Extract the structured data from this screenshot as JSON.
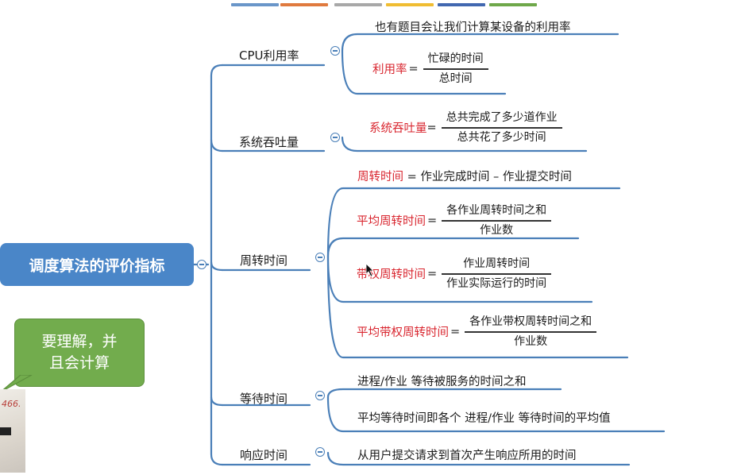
{
  "colors": {
    "root_bg": "#4a86c8",
    "connector": "#4a7fb8",
    "highlight_text": "#d9262f",
    "bubble_bg": "#72ac4d",
    "top_strip": [
      "#6a96c9",
      "#e07a3e",
      "#a8a8a8",
      "#f0bd32",
      "#4268b0",
      "#6fa84a"
    ]
  },
  "root": {
    "label": "调度算法的评价指标"
  },
  "branches": {
    "cpu": {
      "label": "CPU利用率",
      "note": "也有题目会让我们计算某设备的利用率",
      "formula": {
        "label": "利用率",
        "eq": "=",
        "numerator": "忙碌的时间",
        "denominator": "总时间"
      }
    },
    "throughput": {
      "label": "系统吞吐量",
      "formula": {
        "label": "系统吞吐量",
        "eq": "=",
        "numerator": "总共完成了多少道作业",
        "denominator": "总共花了多少时间"
      }
    },
    "turnaround": {
      "label": "周转时间",
      "definition": {
        "term": "周转时间",
        "rest": " = 作业完成时间 – 作业提交时间"
      },
      "avg": {
        "label": "平均周转时间",
        "eq": "=",
        "numerator": "各作业周转时间之和",
        "denominator": "作业数"
      },
      "weighted": {
        "label": "带权周转时间",
        "eq": "=",
        "numerator": "作业周转时间",
        "denominator": "作业实际运行的时间"
      },
      "avg_weighted": {
        "label": "平均带权周转时间",
        "eq": "=",
        "numerator": "各作业带权周转时间之和",
        "denominator": "作业数"
      }
    },
    "waiting": {
      "label": "等待时间",
      "items": [
        "进程/作业  等待被服务的时间之和",
        "平均等待时间即各个  进程/作业  等待时间的平均值"
      ]
    },
    "response": {
      "label": "响应时间",
      "items": [
        "从用户提交请求到首次产生响应所用的时间"
      ]
    }
  },
  "callout": {
    "line1": "要理解，并",
    "line2": "且会计算"
  },
  "photo_scribble": "466."
}
